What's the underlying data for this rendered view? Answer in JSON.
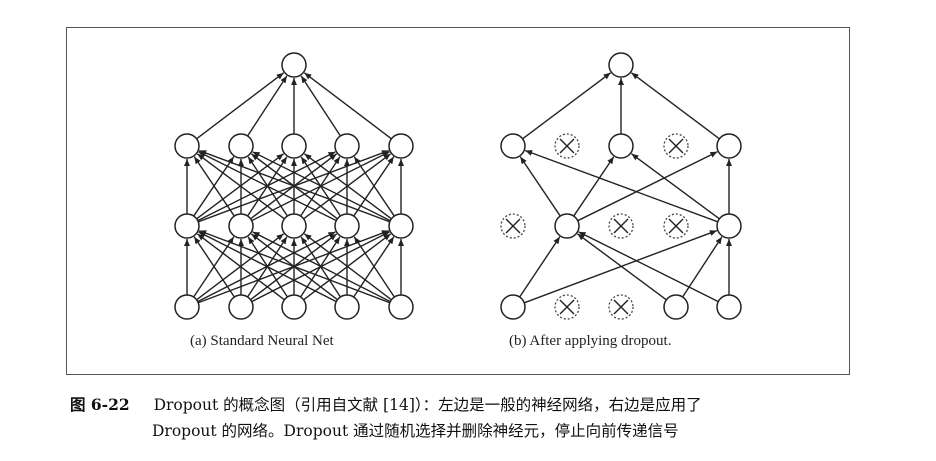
{
  "figure": {
    "left_caption": "(a) Standard Neural Net",
    "right_caption": "(b) After applying dropout.",
    "colors": {
      "stroke": "#222222",
      "dropped": "#444444"
    }
  },
  "caption": {
    "label": "图 6-22",
    "line1": "Dropout 的概念图（引用自文献 [14]）：左边是一般的神经网络，右边是应用了",
    "line2": "Dropout 的网络。Dropout 通过随机选择并删除神经元，停止向前传递信号"
  }
}
